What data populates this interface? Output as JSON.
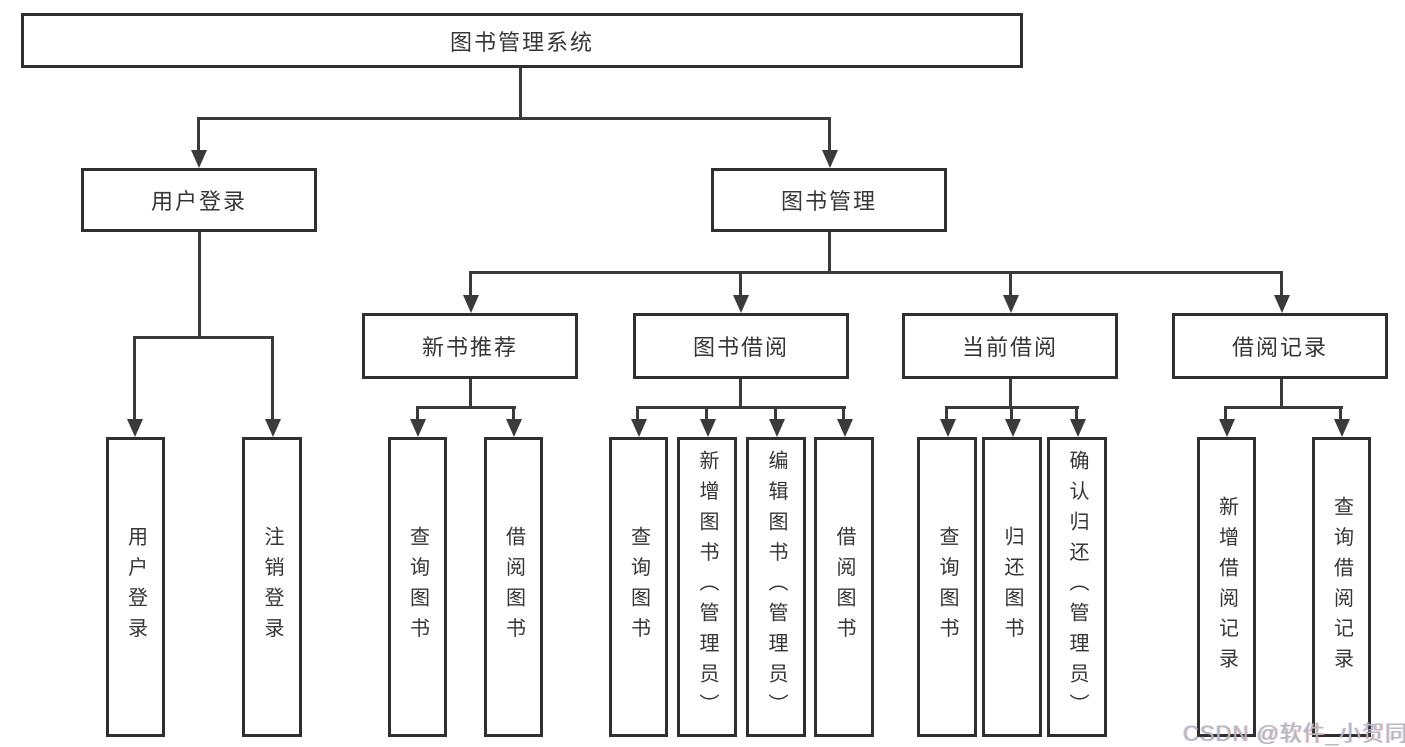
{
  "diagram": {
    "root": {
      "label": "图书管理系统"
    },
    "level2": [
      {
        "label": "用户登录"
      },
      {
        "label": "图书管理"
      }
    ],
    "level3": [
      {
        "label": "新书推荐"
      },
      {
        "label": "图书借阅"
      },
      {
        "label": "当前借阅"
      },
      {
        "label": "借阅记录"
      }
    ],
    "level4": {
      "user_login": [
        "用户登录",
        "注销登录"
      ],
      "new_books": [
        "查询图书",
        "借阅图书"
      ],
      "book_borrowing": [
        "查询图书",
        "新增图书（管理员）",
        "编辑图书（管理员）",
        "借阅图书"
      ],
      "current_borrowing": [
        "查询图书",
        "归还图书",
        "确认归还（管理员）"
      ],
      "borrowing_records": [
        "新增借阅记录",
        "查询借阅记录"
      ]
    }
  },
  "watermark": {
    "text": "CSDN @软件_小贺同学"
  },
  "colors": {
    "line": "#3a3a3a",
    "box_border": "#2f2f2f",
    "text": "#35353a",
    "watermark": "#b6bac0"
  }
}
